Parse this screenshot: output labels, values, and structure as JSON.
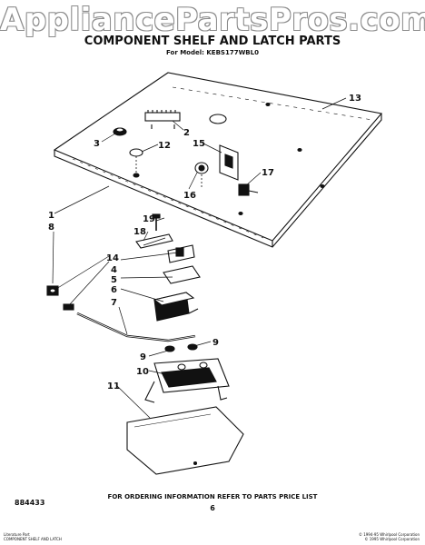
{
  "header": {
    "watermark": "AppliancePartsPros.com",
    "title": "COMPONENT SHELF AND LATCH PARTS",
    "model": "For Model: KEBS177WBL0"
  },
  "callouts": [
    "1",
    "2",
    "3",
    "4",
    "5",
    "6",
    "7",
    "8",
    "9",
    "9",
    "10",
    "11",
    "12",
    "13",
    "14",
    "15",
    "16",
    "17",
    "18",
    "19"
  ],
  "footer": {
    "order_note": "FOR ORDERING INFORMATION REFER TO PARTS PRICE LIST",
    "part_number": "884433",
    "page": "6",
    "fine_left_1": "Literature Part",
    "fine_left_2": "COMPONENT SHELF AND LATCH",
    "fine_right_1": "© 1994-95 Whirlpool Corporation",
    "fine_right_2": "© 1995 Whirlpool Corporation"
  }
}
